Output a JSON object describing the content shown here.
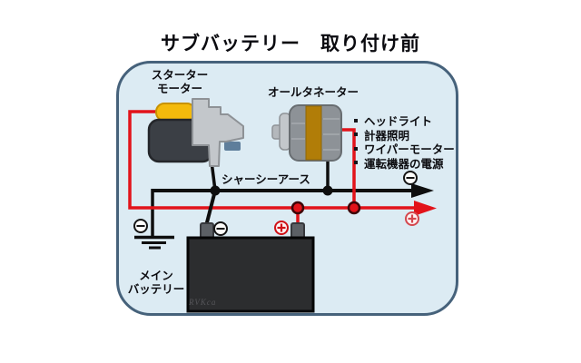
{
  "title": "サブバッテリー　取り付け前",
  "panel": {
    "fill": "#dcebf3",
    "border_color": "#46627b"
  },
  "wires": {
    "positive_color": "#e2131a",
    "ground_color": "#0e0e0e"
  },
  "labels": {
    "starter_line1": "スターター",
    "starter_line2": "モーター",
    "alternator": "オールタネーター",
    "chassis_earth": "シャーシーアース",
    "battery_line1": "メイン",
    "battery_line2": "バッテリー"
  },
  "loads": {
    "items": [
      "ヘッドライト",
      "計器照明",
      "ワイパーモーター",
      "運転機器の電源"
    ]
  },
  "battery_watermark": "RVKca"
}
